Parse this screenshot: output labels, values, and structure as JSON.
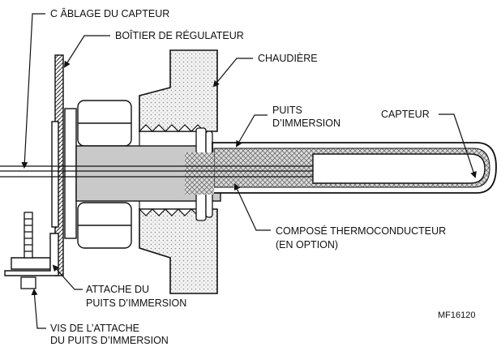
{
  "labels": {
    "sensor_wiring": "C ÂBLAGE DU CAPTEUR",
    "controller_housing": "BOÎTIER DE RÉGULATEUR",
    "boiler": "CHAUDIÈRE",
    "immersion_well_line1": "PUITS",
    "immersion_well_line2": "D’IMMERSION",
    "sensor": "CAPTEUR",
    "compound_line1": "COMPOSÉ THERMOCONDUCTEUR",
    "compound_line2": "(EN OPTION)",
    "clip_line1": "ATTACHE DU",
    "clip_line2": "PUITS D’IMMERSION",
    "screw_line1": "VIS DE L’ATTACHE",
    "screw_line2": "DU PUITS D’IMMERSION"
  },
  "figure_code": "MF16120",
  "colors": {
    "ink": "#111111",
    "hatch": "#8a8a8a",
    "crosshatch": "#7a7a7a",
    "grey_fill": "#c9c9c9",
    "light_fill": "#efefef"
  }
}
